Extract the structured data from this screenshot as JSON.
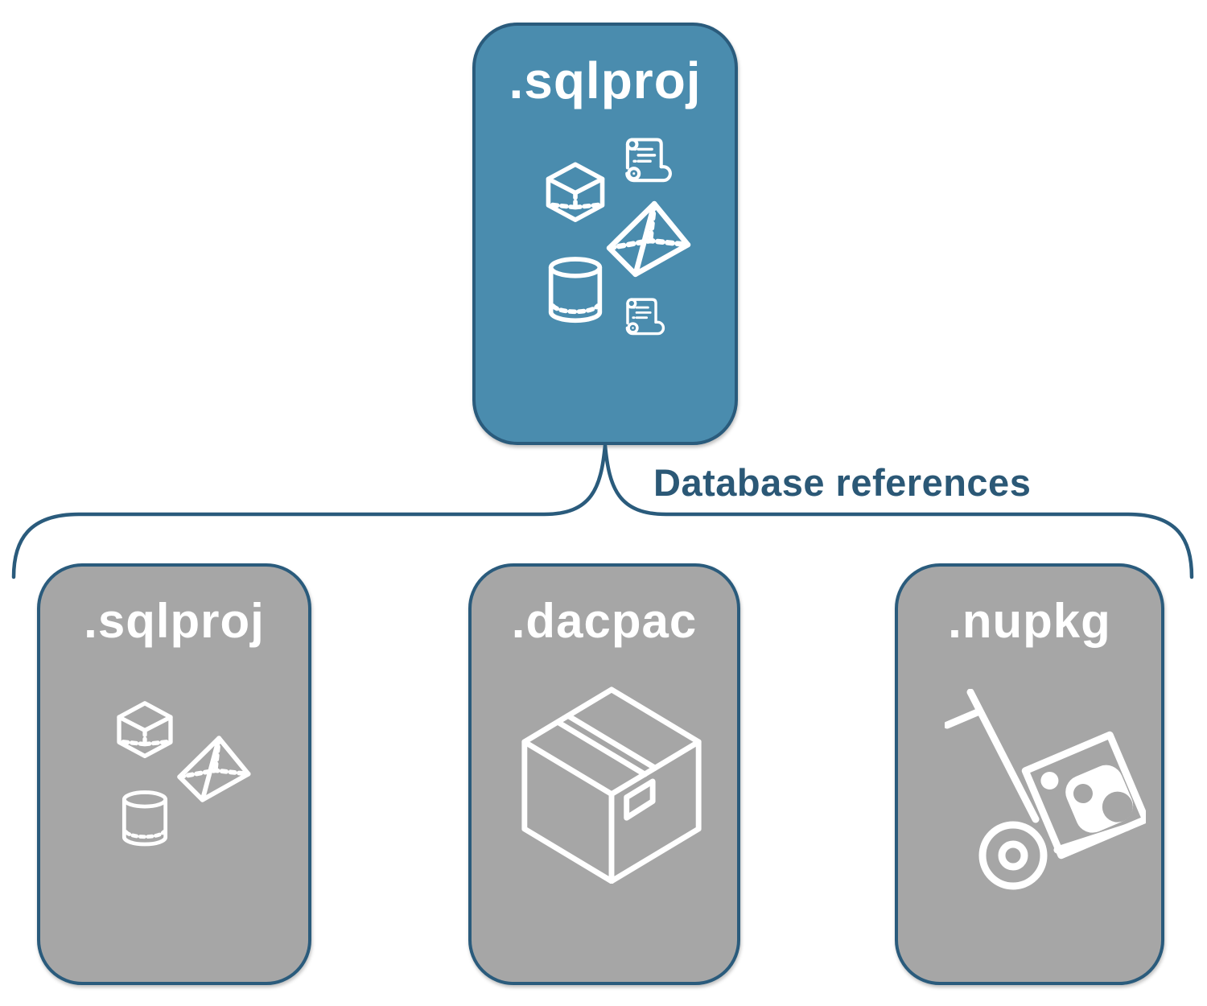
{
  "colors": {
    "root_card_fill": "#4A8CAE",
    "child_card_fill": "#A6A6A6",
    "outline_and_brace": "#2A5B7C",
    "connector_label_color": "#2B5876",
    "icon_color": "#FFFFFF",
    "background": "#FFFFFF"
  },
  "diagram": {
    "root": {
      "label": ".sqlproj",
      "icons": [
        "scroll-icon",
        "cube-icon",
        "pyramid-icon",
        "cylinder-icon",
        "scroll-icon"
      ]
    },
    "connector": {
      "label": "Database references"
    },
    "children": [
      {
        "label": ".sqlproj",
        "icons": [
          "cube-icon",
          "pyramid-icon",
          "cylinder-icon"
        ]
      },
      {
        "label": ".dacpac",
        "icons": [
          "package-box-icon"
        ]
      },
      {
        "label": ".nupkg",
        "icons": [
          "nuget-handtruck-icon"
        ]
      }
    ]
  }
}
